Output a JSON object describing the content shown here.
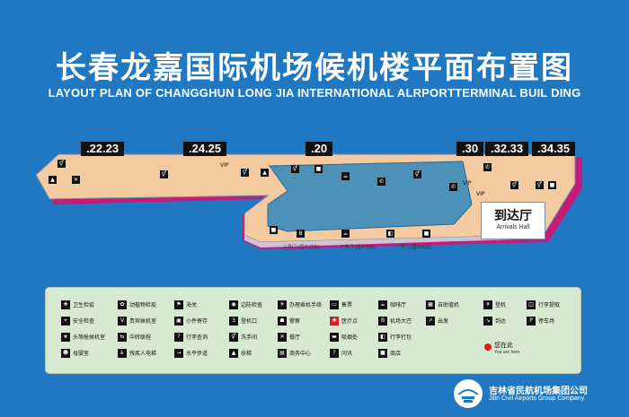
{
  "title_zh": "长春龙嘉国际机场候机楼平面布置图",
  "title_en": "LAYOUT PLAN OF CHANGGHUN LONG JIA INTERNATIONAL ALRPORTTERMINAL BUIL DING",
  "gates": [
    ".22.23",
    ".24.25",
    ".20",
    ".30",
    ".32.33",
    ".34.35"
  ],
  "map_labels": {
    "arrivals_zh": "到达厅",
    "arrivals_en": "Arrivals Hall",
    "vip_1": "VIP",
    "vip_2": "VIP",
    "vip_3": "VIP",
    "gateway_1": "三号门 (国内进站)",
    "gateway_2": "二号门 (国内进站)",
    "gateway_3": "一号门 (国内出站)"
  },
  "legend": {
    "col1": [
      "卫生检疫",
      "安全检查",
      "头等舱候机室",
      "母婴室"
    ],
    "col2": [
      "动植物检疫",
      "贵宾候机室",
      "中转联程",
      "残疾人电梯"
    ],
    "col3": [
      "海关",
      "小件寄存",
      "行李查询",
      "水平步道"
    ],
    "col4": [
      "边防检查",
      "登机口",
      "洗手间",
      "扶梯"
    ],
    "col5": [
      "办理乘机手续",
      "警察",
      "餐厅",
      "商务中心"
    ],
    "col6": [
      "售票",
      "医疗点",
      "吸烟处",
      "问讯"
    ],
    "col7": [
      "咖啡厅",
      "机场大巴",
      "行李打包",
      "商店"
    ],
    "col8": [
      "自助值机",
      "出发",
      "",
      ""
    ],
    "col9": [
      "登机",
      "到达",
      "",
      ""
    ],
    "col10": [
      "行李提取",
      "停车场",
      "",
      ""
    ]
  },
  "you_are_here_zh": "您在此",
  "you_are_here_en": "You are here",
  "company_zh": "吉林省民航机场集团公司",
  "company_en": "Jilin Civil Airports Group Company",
  "colors": {
    "background": "#1f78c1",
    "floor": "#f4caa0",
    "water": "#3a8ab5",
    "shadow": "#c71a7a",
    "legend_bg": "#d8e9d2",
    "here": "#e21c23"
  }
}
